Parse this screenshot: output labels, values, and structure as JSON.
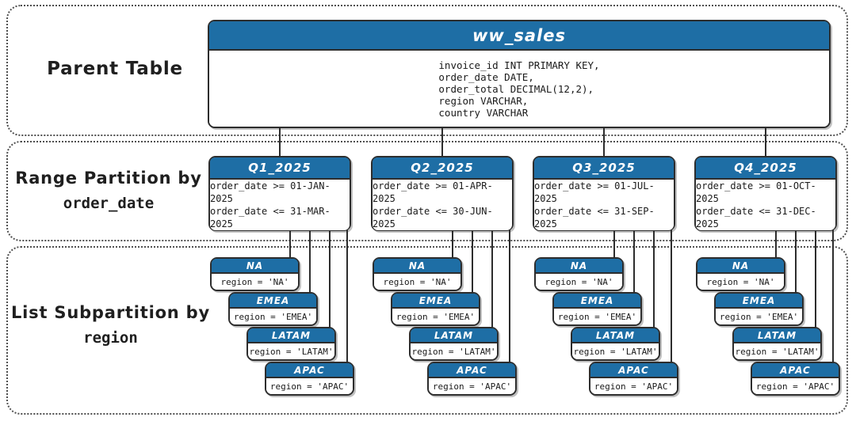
{
  "palette": {
    "header_blue": "#1e6ea5",
    "border_dark": "#2d2d2d",
    "dotted_border": "#4f4f4f",
    "text": "#1b1b1b",
    "background": "#ffffff"
  },
  "labels": {
    "parent_section": "Parent Table",
    "range_section_line1": "Range Partition by",
    "range_section_line2": "order_date",
    "list_section_line1": "List Subpartition by",
    "list_section_line2": "region"
  },
  "parent_table": {
    "title": "ww_sales",
    "columns": [
      "invoice_id INT PRIMARY KEY,",
      "order_date DATE,",
      "order_total DECIMAL(12,2),",
      "region VARCHAR,",
      "country VARCHAR"
    ]
  },
  "quarters": [
    {
      "title": "Q1_2025",
      "conditions": [
        "order_date >= 01-JAN-2025",
        "order_date <= 31-MAR-2025"
      ]
    },
    {
      "title": "Q2_2025",
      "conditions": [
        "order_date >= 01-APR-2025",
        "order_date <= 30-JUN-2025"
      ]
    },
    {
      "title": "Q3_2025",
      "conditions": [
        "order_date >= 01-JUL-2025",
        "order_date <= 31-SEP-2025"
      ]
    },
    {
      "title": "Q4_2025",
      "conditions": [
        "order_date >= 01-OCT-2025",
        "order_date <= 31-DEC-2025"
      ]
    }
  ],
  "regions": [
    {
      "title": "NA",
      "condition": "region = 'NA'"
    },
    {
      "title": "EMEA",
      "condition": "region = 'EMEA'"
    },
    {
      "title": "LATAM",
      "condition": "region = 'LATAM'"
    },
    {
      "title": "APAC",
      "condition": "region = 'APAC'"
    }
  ]
}
